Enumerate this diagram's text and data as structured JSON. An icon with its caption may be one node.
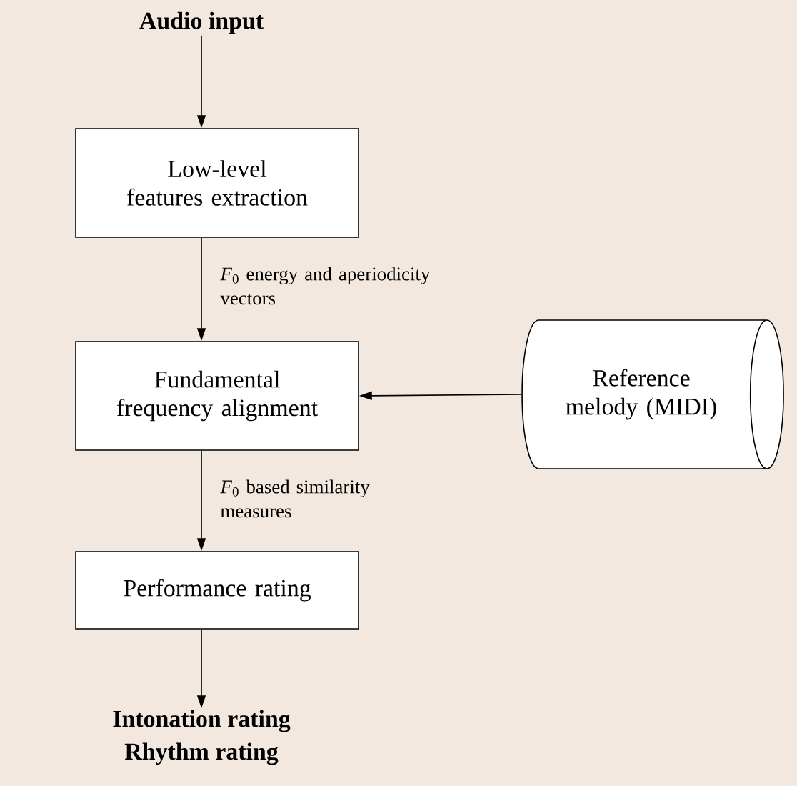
{
  "diagram": {
    "nodes": [
      {
        "text": [
          "Audio input"
        ]
      },
      {
        "text": [
          "Low-level features extraction"
        ]
      },
      {
        "text": [
          "Fundamental frequency alignment"
        ]
      },
      {
        "text": [
          "Reference melody (MIDI)"
        ]
      },
      {
        "text": [
          "Performance rating"
        ]
      },
      {
        "text": [
          "Intonation rating",
          "Rhythm rating"
        ]
      }
    ],
    "edges": [
      {
        "from": 0,
        "to": 1,
        "arrow": "to"
      },
      {
        "from": 1,
        "to": 2,
        "arrow": "to",
        "label": "*F*$_{0}$ energy and aperiodicity vectors"
      },
      {
        "from": 3,
        "to": 2,
        "arrow": "to"
      },
      {
        "from": 2,
        "to": 4,
        "arrow": "to",
        "label": "*F*$_{0}$ based similarity measures"
      },
      {
        "from": 4,
        "to": 5,
        "arrow": "to"
      }
    ]
  }
}
